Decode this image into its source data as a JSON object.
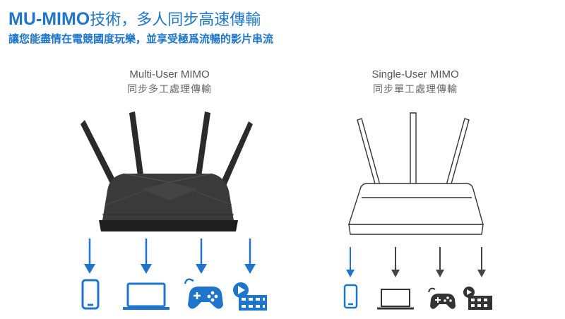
{
  "header": {
    "title_latin": "MU-MIMO",
    "title_cjk": "技術，多人同步高速傳輸",
    "subtitle": "讓您能盡情在電競國度玩樂，並享受極爲流暢的影片串流"
  },
  "left": {
    "label_en": "Multi-User MIMO",
    "label_zh": "同步多工處理傳輸",
    "devices": [
      "phone-icon",
      "laptop-icon",
      "gamepad-icon",
      "video-icon"
    ]
  },
  "right": {
    "label_en": "Single-User MIMO",
    "label_zh": "同步單工處理傳輸",
    "devices": [
      "phone-icon",
      "laptop-icon",
      "gamepad-icon",
      "video-icon"
    ]
  },
  "colors": {
    "accent": "#1f75c9",
    "gray_arrow": "#444444"
  }
}
